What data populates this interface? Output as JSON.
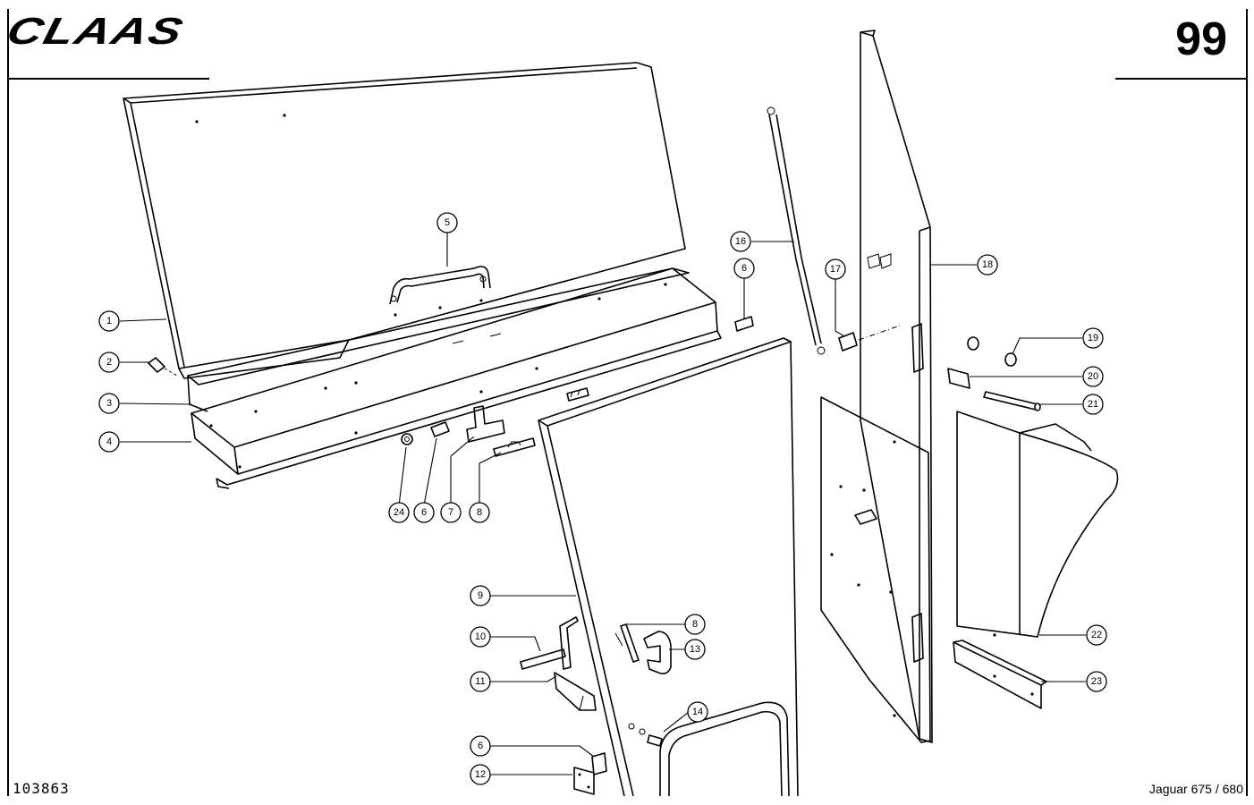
{
  "header": {
    "brand": "CLAAS",
    "page_number": "99"
  },
  "footer": {
    "drawing_number": "103863",
    "model": "Jaguar 675 / 680"
  },
  "callouts": [
    {
      "id": "c1",
      "label": "1"
    },
    {
      "id": "c2",
      "label": "2"
    },
    {
      "id": "c3",
      "label": "3"
    },
    {
      "id": "c4",
      "label": "4"
    },
    {
      "id": "c5",
      "label": "5"
    },
    {
      "id": "c6a",
      "label": "6"
    },
    {
      "id": "c6b",
      "label": "6"
    },
    {
      "id": "c6c",
      "label": "6"
    },
    {
      "id": "c7",
      "label": "7"
    },
    {
      "id": "c8a",
      "label": "8"
    },
    {
      "id": "c8b",
      "label": "8"
    },
    {
      "id": "c9",
      "label": "9"
    },
    {
      "id": "c10",
      "label": "10"
    },
    {
      "id": "c11",
      "label": "11"
    },
    {
      "id": "c12",
      "label": "12"
    },
    {
      "id": "c13",
      "label": "13"
    },
    {
      "id": "c14",
      "label": "14"
    },
    {
      "id": "c16",
      "label": "16"
    },
    {
      "id": "c17",
      "label": "17"
    },
    {
      "id": "c18",
      "label": "18"
    },
    {
      "id": "c19",
      "label": "19"
    },
    {
      "id": "c20",
      "label": "20"
    },
    {
      "id": "c21",
      "label": "21"
    },
    {
      "id": "c22",
      "label": "22"
    },
    {
      "id": "c23",
      "label": "23"
    },
    {
      "id": "c24",
      "label": "24"
    }
  ]
}
